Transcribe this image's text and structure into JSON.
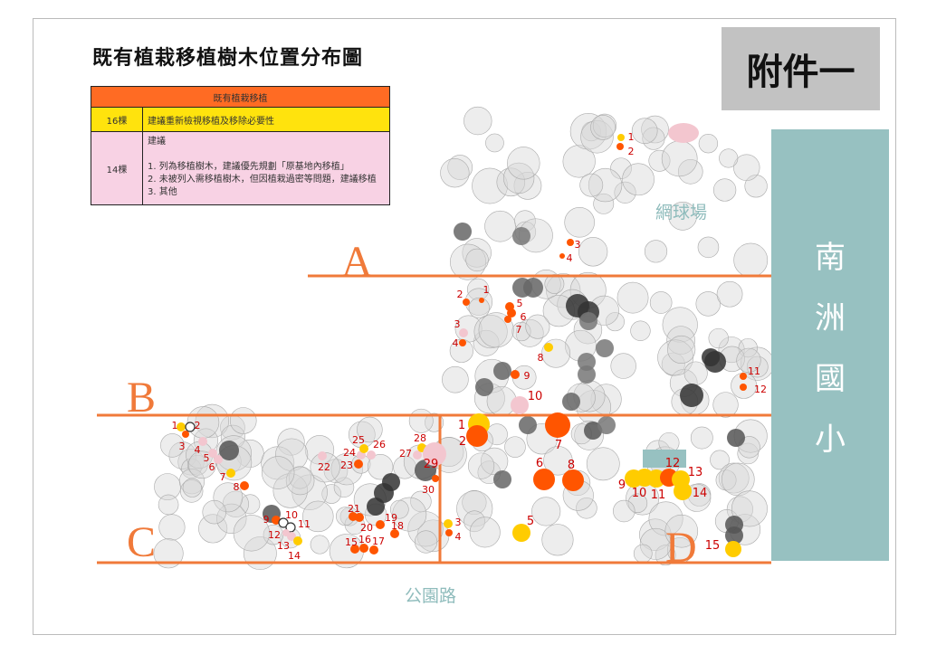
{
  "title": "既有植栽移植樹木位置分布圖",
  "annex_label": "附件一",
  "legend": {
    "header": "既有植栽移植",
    "rows": [
      {
        "count": "16棵",
        "text": [
          "建議重新檢視移植及移除必要性"
        ],
        "color": "#ffe30d"
      },
      {
        "count": "14棵",
        "text": [
          "建議",
          "",
          "1. 列為移植樹木，建議優先規劃「原基地內移植」",
          "2. 未被列入需移植樹木，但因植栽過密等問題，建議移植",
          "3. 其他"
        ],
        "color": "#f8d2e4"
      }
    ]
  },
  "places": {
    "school": [
      "南",
      "洲",
      "國",
      "小"
    ],
    "tennis_court": "網球場",
    "road": "公園路"
  },
  "zones": [
    "A",
    "B",
    "C",
    "D"
  ],
  "colors": {
    "yellow": "#ffcc00",
    "orange": "#ff5500",
    "pink": "#f3c6cf",
    "white": "#ffffff",
    "line": "#f07a3a",
    "label": "#cc0000"
  },
  "markers": {
    "A_top": [
      {
        "label": "1",
        "type": "yellow"
      },
      {
        "label": "2",
        "type": "orange"
      },
      {
        "label": "3",
        "type": "orange"
      },
      {
        "label": "4",
        "type": "orange"
      }
    ],
    "A": [
      {
        "label": "1",
        "type": "orange"
      },
      {
        "label": "2",
        "type": "orange"
      },
      {
        "label": "3",
        "type": "pink"
      },
      {
        "label": "4",
        "type": "orange"
      },
      {
        "label": "5",
        "type": "orange"
      },
      {
        "label": "6",
        "type": "orange"
      },
      {
        "label": "7",
        "type": "orange"
      },
      {
        "label": "8",
        "type": "yellow"
      },
      {
        "label": "9",
        "type": "orange"
      },
      {
        "label": "10",
        "type": "pink"
      },
      {
        "label": "11",
        "type": "orange"
      },
      {
        "label": "12",
        "type": "orange"
      }
    ],
    "C": [
      {
        "label": "1",
        "type": "yellow"
      },
      {
        "label": "2",
        "type": "white"
      },
      {
        "label": "3",
        "type": "orange"
      },
      {
        "label": "4",
        "type": "pink"
      },
      {
        "label": "5",
        "type": "pink"
      },
      {
        "label": "6",
        "type": "pink"
      },
      {
        "label": "7",
        "type": "yellow"
      },
      {
        "label": "8",
        "type": "orange"
      },
      {
        "label": "9",
        "type": "orange"
      },
      {
        "label": "10",
        "type": "white"
      },
      {
        "label": "11",
        "type": "white"
      },
      {
        "label": "12",
        "type": "pink"
      },
      {
        "label": "13",
        "type": "pink"
      },
      {
        "label": "14",
        "type": "yellow"
      },
      {
        "label": "15",
        "type": "orange"
      },
      {
        "label": "16",
        "type": "orange"
      },
      {
        "label": "17",
        "type": "orange"
      },
      {
        "label": "18",
        "type": "orange"
      },
      {
        "label": "19",
        "type": "orange"
      },
      {
        "label": "20",
        "type": "orange"
      },
      {
        "label": "21",
        "type": "orange"
      },
      {
        "label": "22",
        "type": "pink"
      },
      {
        "label": "23",
        "type": "orange"
      },
      {
        "label": "24",
        "type": "pink"
      },
      {
        "label": "25",
        "type": "yellow"
      },
      {
        "label": "26",
        "type": "pink"
      },
      {
        "label": "27",
        "type": "pink"
      },
      {
        "label": "28",
        "type": "yellow"
      },
      {
        "label": "29",
        "type": "pink"
      },
      {
        "label": "30",
        "type": "orange"
      }
    ],
    "D": [
      {
        "label": "1",
        "type": "yellow"
      },
      {
        "label": "2",
        "type": "orange"
      },
      {
        "label": "3",
        "type": "yellow"
      },
      {
        "label": "4",
        "type": "orange"
      },
      {
        "label": "5",
        "type": "yellow"
      },
      {
        "label": "6",
        "type": "orange"
      },
      {
        "label": "7",
        "type": "orange"
      },
      {
        "label": "8",
        "type": "orange"
      },
      {
        "label": "9",
        "type": "yellow"
      },
      {
        "label": "10",
        "type": "yellow"
      },
      {
        "label": "11",
        "type": "yellow"
      },
      {
        "label": "12",
        "type": "orange"
      },
      {
        "label": "13",
        "type": "yellow"
      },
      {
        "label": "14",
        "type": "yellow"
      },
      {
        "label": "15",
        "type": "yellow"
      }
    ]
  }
}
